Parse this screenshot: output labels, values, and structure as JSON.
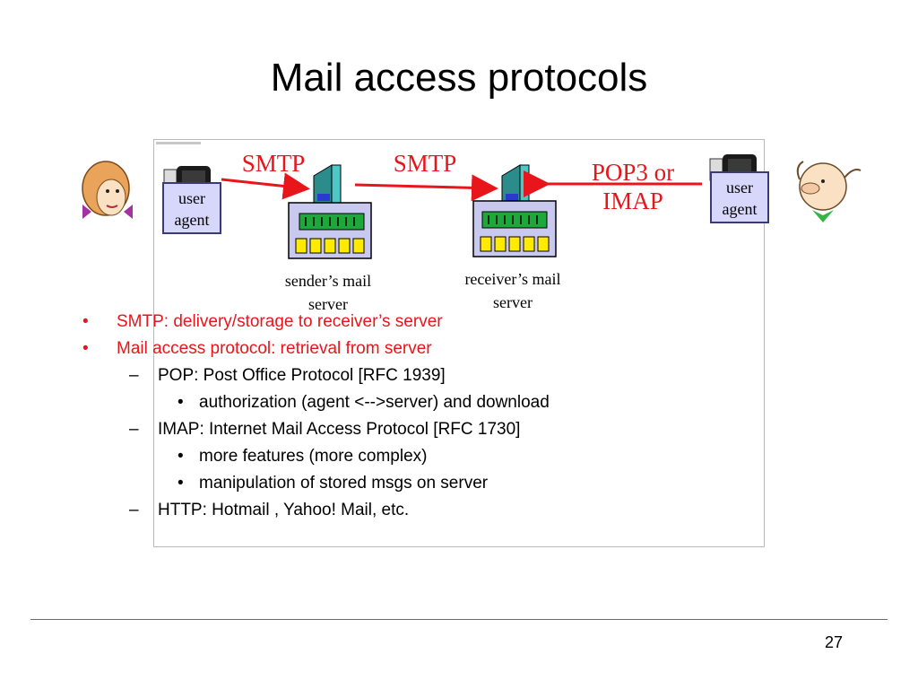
{
  "slide": {
    "title": "Mail access protocols",
    "page_number": "27"
  },
  "diagram": {
    "arrow_labels": {
      "smtp_1": "SMTP",
      "smtp_2": "SMTP",
      "pop3_line1": "POP3 or",
      "pop3_line2": "IMAP"
    },
    "user_agent_left": {
      "line1": "user",
      "line2": "agent"
    },
    "user_agent_right": {
      "line1": "user",
      "line2": "agent"
    },
    "sender_server": {
      "line1": "sender’s mail",
      "line2": "server"
    },
    "receiver_server": {
      "line1": "receiver’s mail",
      "line2": "server"
    },
    "colors": {
      "arrow": "#e8151b",
      "user_agent_fill": "#d6d7fb",
      "server_tower": "#4fc7c7",
      "mailbox_green": "#1ea83c",
      "mailbox_yellow": "#ffea00"
    }
  },
  "bullets": [
    {
      "marker": "•",
      "text": "SMTP: delivery/storage to receiver’s server"
    },
    {
      "marker": "•",
      "text": "Mail access protocol: retrieval from server"
    },
    {
      "marker": "–",
      "text": "POP: Post Office Protocol [RFC 1939]"
    },
    {
      "marker": "•",
      "text": "authorization (agent <-->server) and download"
    },
    {
      "marker": "–",
      "text": "IMAP: Internet Mail Access Protocol [RFC 1730]"
    },
    {
      "marker": "•",
      "text": "more features (more complex)"
    },
    {
      "marker": "•",
      "text": "manipulation of stored msgs on server"
    },
    {
      "marker": "–",
      "text": "HTTP: Hotmail , Yahoo! Mail, etc."
    }
  ]
}
